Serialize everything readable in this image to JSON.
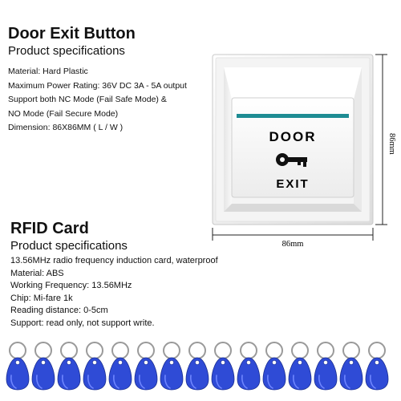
{
  "door_section": {
    "title": "Door Exit Button",
    "subtitle": "Product specifications",
    "specs": [
      "Material: Hard Plastic",
      "Maximum Power Rating: 36V DC 3A - 5A output",
      "Support both NC Mode (Fail Safe Mode) &",
      "NO Mode (Fail Secure Mode)",
      "Dimension:  86X86MM ( L / W )"
    ]
  },
  "button_panel": {
    "top_label": "DOOR",
    "bottom_label": "EXIT",
    "key_icon": "key-icon",
    "stripe_color": "#1e8c93",
    "width_label": "86mm",
    "height_label": "86mm"
  },
  "rfid_section": {
    "title": "RFID Card",
    "subtitle": "Product specifications",
    "specs": [
      "13.56MHz radio frequency induction card, waterproof",
      "Material: ABS",
      "Working Frequency: 13.56MHz",
      "Chip: Mi-fare 1k",
      "Reading distance: 0-5cm",
      "Support: read only, not support write."
    ]
  },
  "keyfobs": {
    "count": 15,
    "color": "#2f4bd6",
    "icon": "rfid-keyfob-icon"
  }
}
